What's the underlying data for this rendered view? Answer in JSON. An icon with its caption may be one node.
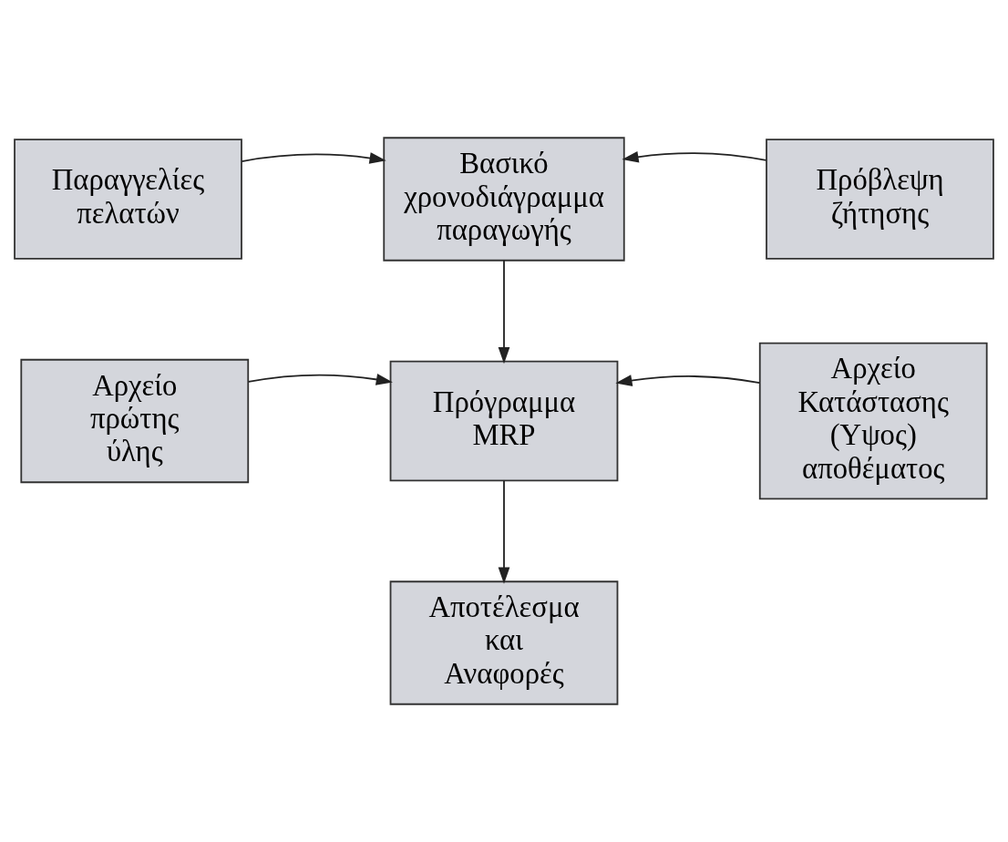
{
  "diagram": {
    "nodes": [
      {
        "text": [
          "Παραγγελίες πελατών"
        ]
      },
      {
        "text": [
          "Πρόβλεψη ζήτησης"
        ]
      },
      {
        "text": [
          "Βασικό χρονοδιάγραμμα παραγωγής"
        ]
      },
      {
        "text": [
          "Αρχείο πρώτης ύλης"
        ]
      },
      {
        "text": [
          "Πρόγραμμα MRP"
        ]
      },
      {
        "text": [
          "Αρχείο Κατάστασης (Υψος) αποθέματος"
        ]
      },
      {
        "text": [
          "Αποτέλεσμα και Αναφορές"
        ]
      }
    ],
    "edges": [
      {
        "from": 0,
        "to": 2,
        "arrow": "to"
      },
      {
        "from": 1,
        "to": 2,
        "arrow": "to"
      },
      {
        "from": 2,
        "to": 4,
        "arrow": "to"
      },
      {
        "from": 3,
        "to": 4,
        "arrow": "to"
      },
      {
        "from": 5,
        "to": 4,
        "arrow": "to"
      },
      {
        "from": 4,
        "to": 6,
        "arrow": "to"
      }
    ]
  }
}
